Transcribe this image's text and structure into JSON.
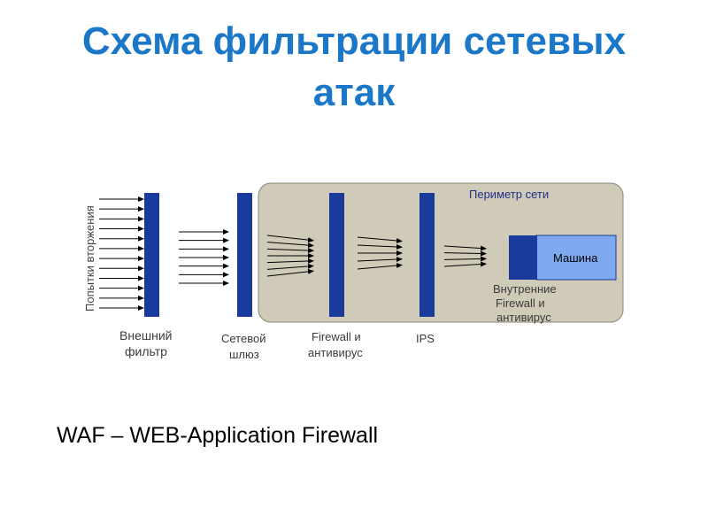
{
  "slide": {
    "title_line1": "Схема фильтрации сетевых",
    "title_line2": "атак",
    "footer": "WAF – WEB-Application Firewall"
  },
  "diagram": {
    "colors": {
      "title": "#1b78c9",
      "barrier": "#1a3a9c",
      "perimeter_fill": "#cfcbb8",
      "machine_fill": "#7fa9ee"
    },
    "vertical_label": "Попытки вторжения",
    "perimeter_label": "Периметр сети",
    "machine_label": "Машина",
    "barriers": {
      "external_filter": [
        "Внешний",
        "фильтр"
      ],
      "network_gateway": [
        "Сетевой",
        "шлюз"
      ],
      "firewall_antivirus": [
        "Firewall и",
        "антивирус"
      ],
      "ips": [
        "IPS"
      ],
      "internal_firewall": [
        "Внутренние",
        "Firewall и",
        "антивирус"
      ]
    },
    "arrow_counts": {
      "stage1": 12,
      "stage2": 7,
      "stage3": 7,
      "stage4": 5,
      "stage5": 4
    }
  }
}
